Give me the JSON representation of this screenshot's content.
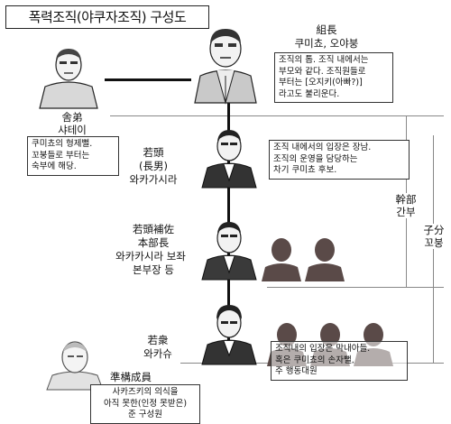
{
  "title": "폭력조직(야쿠자조직) 구성도",
  "roles": {
    "kumicho": {
      "kanji": "組長",
      "name": "쿠미쵸, 오야붕",
      "note": "조직의 톱. 조직 내에서는\n부모와 같다. 조직원들로\n부터는 [오지키(아빠?)]\n라고도 불리운다."
    },
    "shatei": {
      "kanji": "舎弟",
      "name": "샤테이",
      "note": "쿠미쵸의 형제뻘.\n꼬붕들로 부터는\n숙부에 해당."
    },
    "wakagashira": {
      "kanji": "若頭",
      "sub": "(長男)",
      "name": "와카가시라",
      "note": "조직 내에서의 입장은 장남.\n조직의 운영을 담당하는\n차기 쿠미쵸 후보."
    },
    "hosa": {
      "kanji1": "若頭補佐",
      "kanji2": "本部長",
      "name1": "와카카시라 보좌",
      "name2": "본부장 등"
    },
    "wakashu": {
      "kanji": "若衆",
      "name": "와카슈",
      "note": "조직내의 입장은 막내아들.\n혹은 쿠미쵸의 손자뻘.\n주 행동대원"
    },
    "junkoseiin": {
      "kanji": "準構成員",
      "note": "사카즈키의 의식을\n아직 못한(인정 못받은)\n준 구성원"
    }
  },
  "groups": {
    "kanbu": {
      "kanji": "幹部",
      "name": "간부"
    },
    "kobun": {
      "kanji": "子分",
      "name": "꼬붕"
    }
  }
}
